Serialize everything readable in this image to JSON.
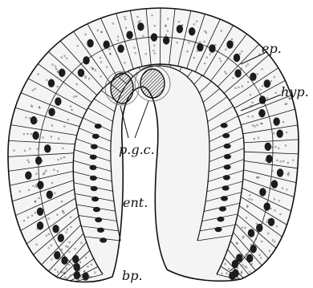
{
  "figure": {
    "labels": {
      "ep": "ep.",
      "hyp": "hyp.",
      "pgc": "p.g.c.",
      "ent": "ent.",
      "bp": "bp."
    }
  },
  "colors": {
    "ink": "#111111",
    "cell_fill": "#f4f4f4",
    "nucleus": "#1c1c1c",
    "background": "#ffffff"
  }
}
